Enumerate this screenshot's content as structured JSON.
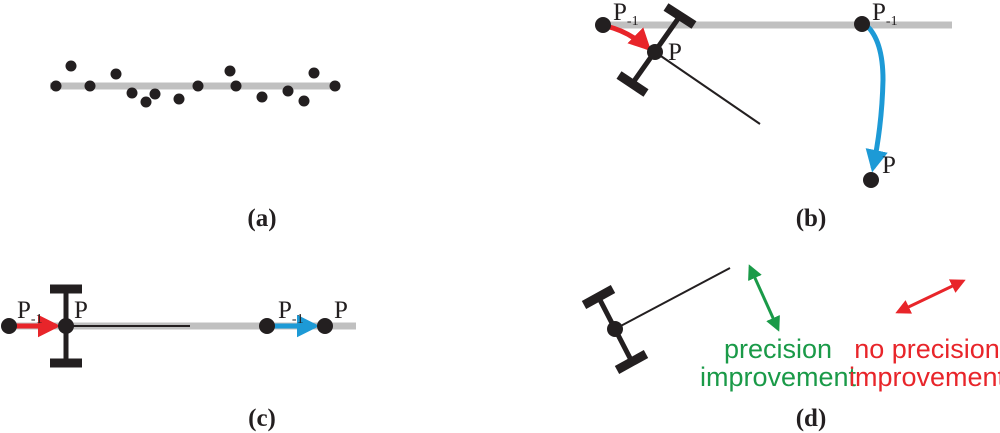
{
  "colors": {
    "track": "#c0c0c0",
    "ink": "#231f20",
    "red_arrow": "#e8252a",
    "blue_arrow": "#1d9ad6",
    "green_arrow": "#1a9a48",
    "precision_text": "#1a9a48",
    "no_precision_text": "#e8252a"
  },
  "panels": {
    "a": {
      "label": "(a)",
      "scatter_points": [
        [
          56,
          86
        ],
        [
          71,
          66
        ],
        [
          90,
          86
        ],
        [
          116,
          74
        ],
        [
          132,
          93
        ],
        [
          146,
          102
        ],
        [
          155,
          94
        ],
        [
          179,
          99
        ],
        [
          198,
          86
        ],
        [
          230,
          71
        ],
        [
          236,
          86
        ],
        [
          262,
          97
        ],
        [
          288,
          91
        ],
        [
          304,
          101
        ],
        [
          314,
          73
        ],
        [
          335,
          86
        ]
      ]
    },
    "b": {
      "label": "(b)",
      "prev_label_left": "P",
      "prev_sub_left": "-1",
      "point_label_left": "P",
      "prev_label_right": "P",
      "prev_sub_right": "-1",
      "point_label_right": "P"
    },
    "c": {
      "label": "(c)",
      "prev_label_left": "P",
      "prev_sub_left": "-1",
      "point_label_left": "P",
      "prev_label_right": "P",
      "prev_sub_right": "-1",
      "point_label_right": "P"
    },
    "d": {
      "label": "(d)",
      "precision_line1": "precision",
      "precision_line2": "improvement",
      "no_precision_line1": "no precision",
      "no_precision_line2": "improvement"
    }
  },
  "icons": [
    "robot-axle-icon",
    "arrow-icon",
    "double-arrow-icon"
  ]
}
